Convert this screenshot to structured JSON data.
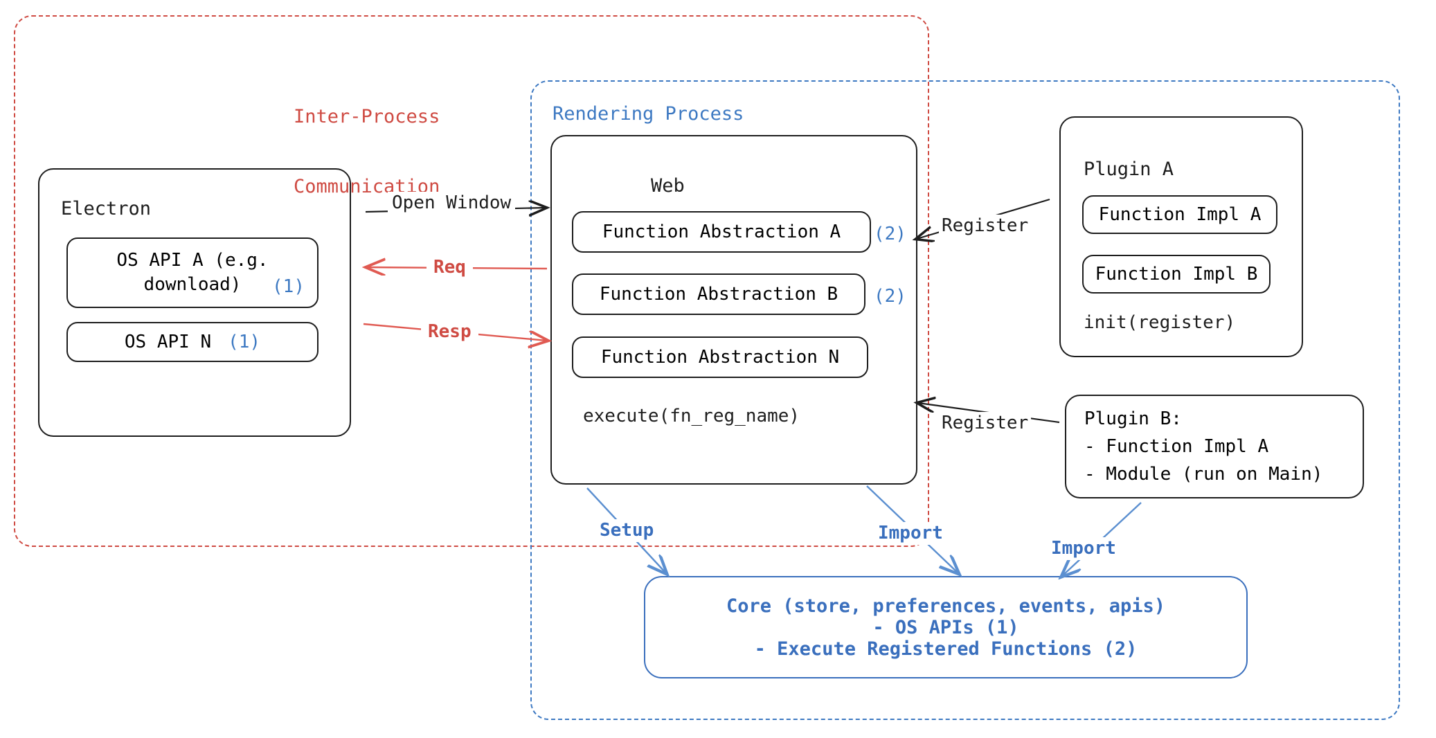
{
  "diagram": {
    "ipc_zone": {
      "label_line1": "Inter-Process",
      "label_line2": "Communication",
      "color": "#cf4b43"
    },
    "rendering_zone": {
      "label": "Rendering Process",
      "color": "#3d79c2"
    },
    "electron": {
      "title": "Electron",
      "apis": [
        {
          "name": "OS API A (e.g.\ndownload)",
          "tag": "(1)"
        },
        {
          "name": "OS API N",
          "tag": "(1)"
        }
      ]
    },
    "web": {
      "title": "Web",
      "abstractions": [
        {
          "name": "Function Abstraction A",
          "tag": "(2)"
        },
        {
          "name": "Function Abstraction B",
          "tag": "(2)"
        },
        {
          "name": "Function Abstraction N",
          "tag": ""
        }
      ],
      "method": "execute(fn_reg_name)"
    },
    "plugin_a": {
      "title": "Plugin A",
      "items": [
        "Function Impl A",
        "Function Impl B"
      ],
      "method": "init(register)"
    },
    "plugin_b": {
      "title": "Plugin B:",
      "items": [
        "- Function Impl A",
        "- Module (run on Main)"
      ]
    },
    "core": {
      "line1": "Core (store, preferences, events, apis)",
      "line2": "- OS APIs (1)",
      "line3": "- Execute Registered Functions (2)",
      "color": "#3a6fbd"
    },
    "arrows": {
      "open_window": "Open Window",
      "req": "Req",
      "resp": "Resp",
      "register_a": "Register",
      "register_b": "Register",
      "setup": "Setup",
      "import_web": "Import",
      "import_plugin": "Import"
    }
  }
}
